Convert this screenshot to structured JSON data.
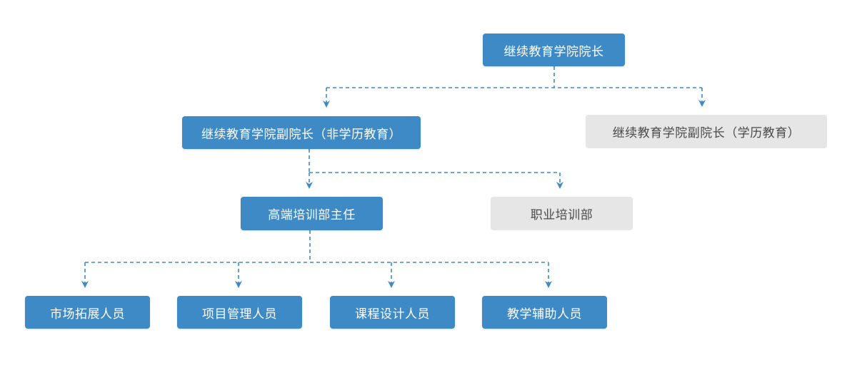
{
  "org_chart": {
    "colors": {
      "active_box": "#3e8ac6",
      "inactive_box": "#e6e6e6",
      "connector": "#3e8ac6"
    },
    "nodes": {
      "dean": {
        "label": "继续教育学院院长",
        "state": "active"
      },
      "vice_dean_non_degree": {
        "label": "继续教育学院副院长（非学历教育）",
        "state": "active"
      },
      "vice_dean_degree": {
        "label": "继续教育学院副院长（学历教育）",
        "state": "inactive"
      },
      "high_end_training_director": {
        "label": "高端培训部主任",
        "state": "active"
      },
      "vocational_training": {
        "label": "职业培训部",
        "state": "inactive"
      },
      "market_staff": {
        "label": "市场拓展人员",
        "state": "active"
      },
      "project_staff": {
        "label": "项目管理人员",
        "state": "active"
      },
      "course_staff": {
        "label": "课程设计人员",
        "state": "active"
      },
      "teaching_assistant_staff": {
        "label": "教学辅助人员",
        "state": "active"
      }
    },
    "edges": [
      {
        "from": "dean",
        "to": "vice_dean_non_degree"
      },
      {
        "from": "dean",
        "to": "vice_dean_degree"
      },
      {
        "from": "vice_dean_non_degree",
        "to": "high_end_training_director"
      },
      {
        "from": "vice_dean_non_degree",
        "to": "vocational_training"
      },
      {
        "from": "high_end_training_director",
        "to": "market_staff"
      },
      {
        "from": "high_end_training_director",
        "to": "project_staff"
      },
      {
        "from": "high_end_training_director",
        "to": "course_staff"
      },
      {
        "from": "high_end_training_director",
        "to": "teaching_assistant_staff"
      }
    ]
  }
}
